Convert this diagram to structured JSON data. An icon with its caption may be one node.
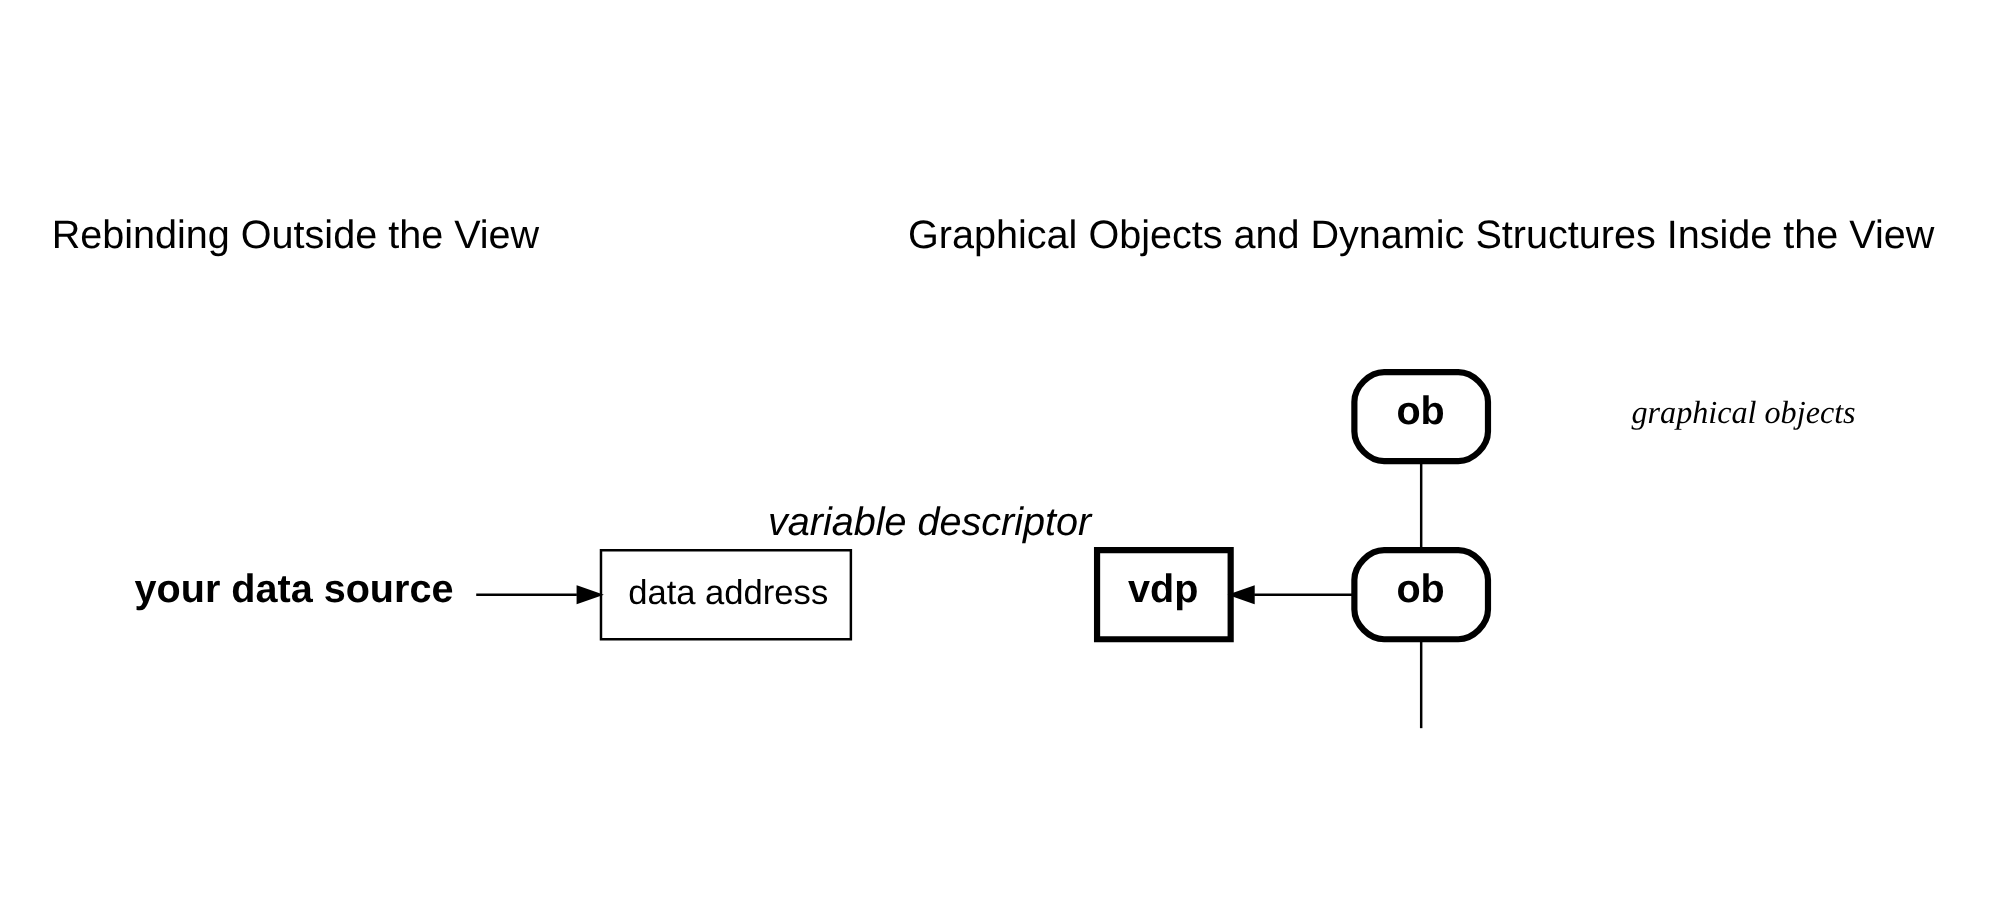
{
  "diagram": {
    "nodes": [
      {
        "text": [
          "your data source"
        ]
      },
      {
        "text": [
          "data address"
        ]
      },
      {
        "text": [
          "vdp"
        ],
        "beside": [
          "variable descriptor"
        ]
      },
      {
        "text": [
          "ob"
        ]
      },
      {
        "text": [
          "ob"
        ]
      }
    ],
    "edges": [
      {
        "from": 0,
        "to": 1,
        "arrow": "to"
      },
      {
        "from": 4,
        "to": 2,
        "arrow": "to"
      },
      {
        "from": 3,
        "to": 4,
        "arrow": "none"
      },
      {
        "from": 4,
        "to": null,
        "arrow": "none"
      }
    ],
    "labels": [
      "Rebinding Outside the View",
      "Graphical Objects and Dynamic Structures Inside the View",
      "graphical objects"
    ]
  }
}
